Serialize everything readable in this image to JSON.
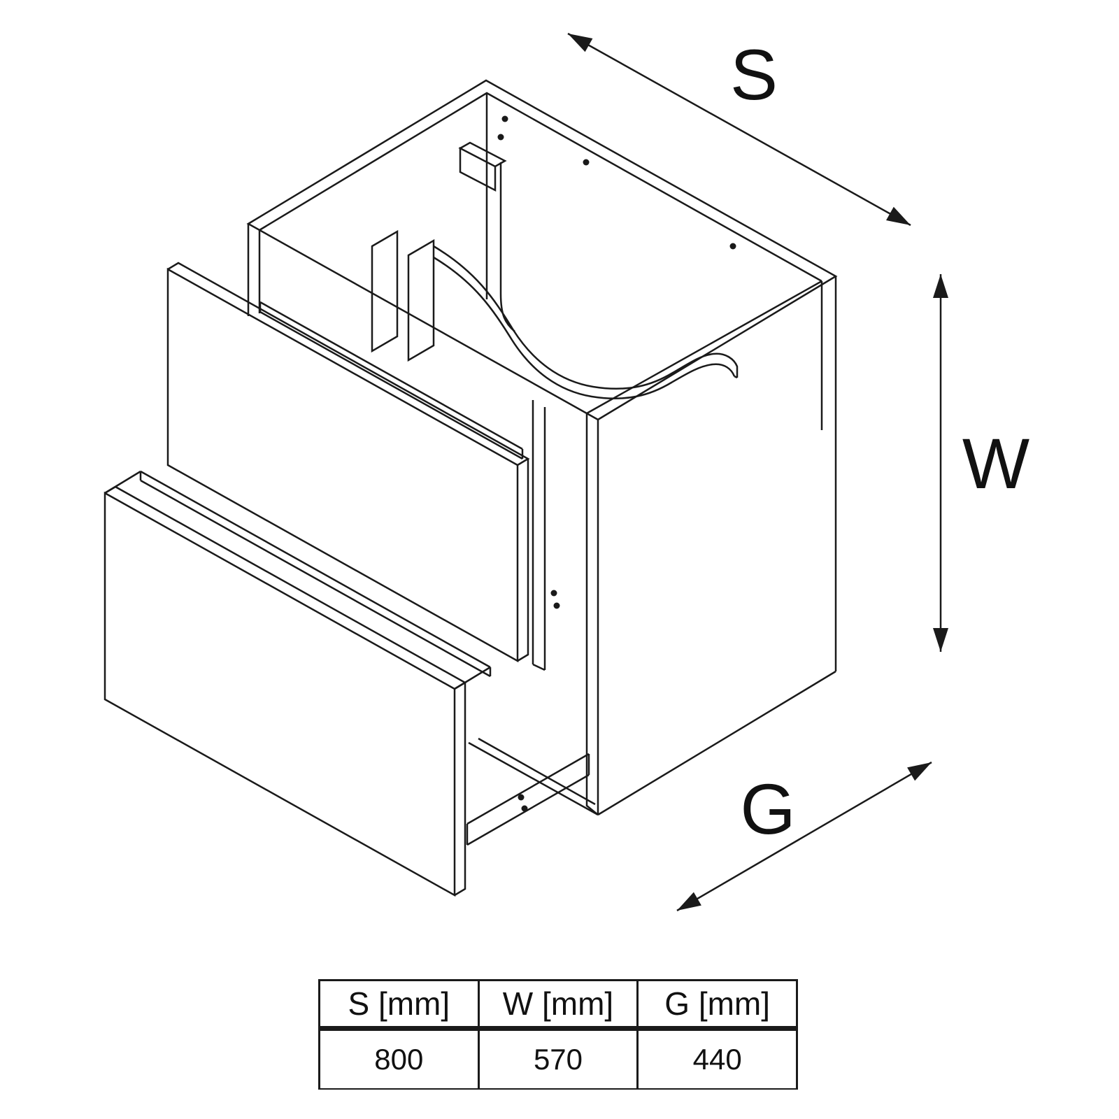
{
  "diagram": {
    "s_label": "S",
    "w_label": "W",
    "g_label": "G"
  },
  "table": {
    "headers": [
      "S [mm]",
      "W [mm]",
      "G [mm]"
    ],
    "values": [
      "800",
      "570",
      "440"
    ]
  },
  "colors": {
    "line": "#1a1a1a",
    "background": "#ffffff"
  }
}
